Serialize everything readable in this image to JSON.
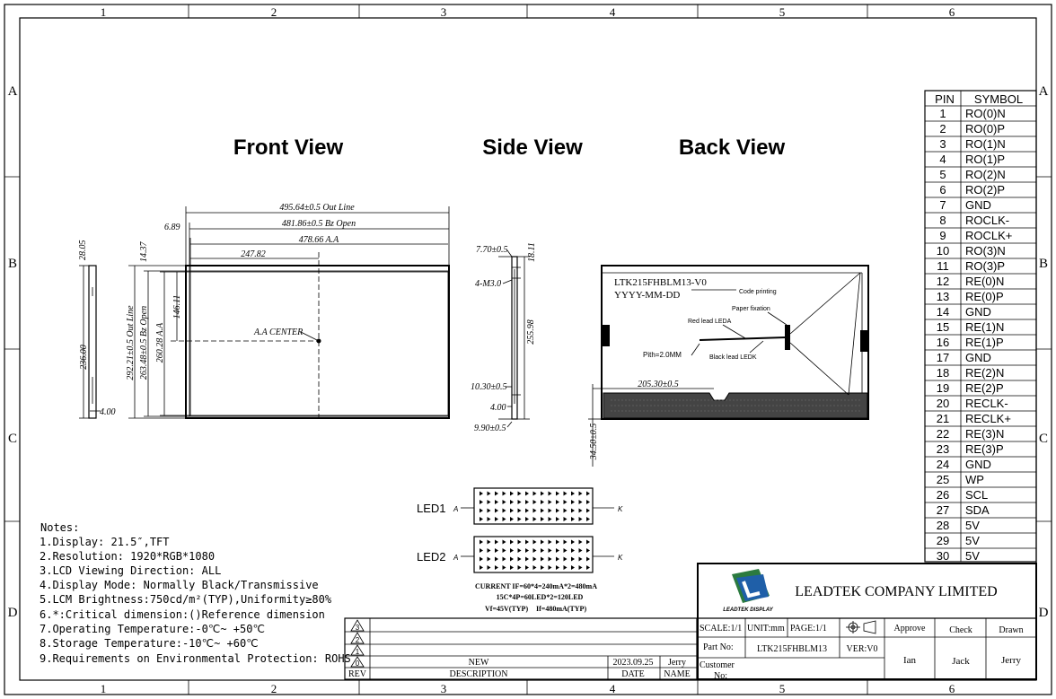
{
  "grid": {
    "cols": [
      "1",
      "2",
      "3",
      "4",
      "5",
      "6"
    ],
    "rows": [
      "A",
      "B",
      "C",
      "D"
    ]
  },
  "views": {
    "front": "Front View",
    "side": "Side View",
    "back": "Back View"
  },
  "front_dims": {
    "outline_w": "495.64±0.5 Out Line",
    "bz_open_w": "481.86±0.5 Bz Open",
    "aa_w": "478.66 A.A",
    "half_w": "247.82",
    "left_margin": "6.89",
    "top_margin": "14.37",
    "half_h": "146.11",
    "aa_center": "A.A CENTER",
    "outline_h": "292.21±0.5 Out Line",
    "bz_open_h": "263.48±0.5 Bz Open",
    "aa_h": "260.28 A.A",
    "edge_h": "236.00",
    "edge_top": "28.05",
    "edge_bottom": "4.00"
  },
  "side_dims": {
    "top": "7.70±0.5",
    "top_right": "18.11",
    "screw": "4-M3.0",
    "height": "255.98",
    "lower": "10.30±0.5",
    "thick": "4.00",
    "bottom": "9.90±0.5"
  },
  "back": {
    "model": "LTK215FHBLM13-V0",
    "date": "YYYY-MM-DD",
    "code_printing": "Code printing",
    "paper_fixation": "Paper fixation",
    "red_lead": "Red lead LEDA",
    "black_lead": "Black lead LEDK",
    "pitch": "Pith=2.0MM",
    "offset_x": "205.30±0.5",
    "offset_y": "34.50±0.5"
  },
  "led": {
    "led1": "LED1",
    "led2": "LED2",
    "anode": "A",
    "cathode": "K",
    "current": "CURRENT IF=60*4=240mA*2=480mA",
    "config": "15C*4P=60LED*2=120LED",
    "vf": "Vf=45V(TYP)",
    "if": "If=480mA(TYP)"
  },
  "notes": {
    "title": "Notes:",
    "items": [
      "1.Display: 21.5″,TFT",
      "2.Resolution: 1920*RGB*1080",
      "3.LCD Viewing Direction: ALL",
      "4.Display Mode: Normally Black/Transmissive",
      "5.LCM Brightness:750cd/m²(TYP),Uniformity≥80%",
      "6.*:Critical dimension:()Reference dimension",
      "7.Operating Temperature:-0℃~ +50℃",
      "8.Storage Temperature:-10℃~ +60℃",
      "9.Requirements on Environmental Protection: ROHS"
    ]
  },
  "pins": {
    "header_pin": "PIN",
    "header_symbol": "SYMBOL",
    "rows": [
      [
        "1",
        "RO(0)N"
      ],
      [
        "2",
        "RO(0)P"
      ],
      [
        "3",
        "RO(1)N"
      ],
      [
        "4",
        "RO(1)P"
      ],
      [
        "5",
        "RO(2)N"
      ],
      [
        "6",
        "RO(2)P"
      ],
      [
        "7",
        "GND"
      ],
      [
        "8",
        "ROCLK-"
      ],
      [
        "9",
        "ROCLK+"
      ],
      [
        "10",
        "RO(3)N"
      ],
      [
        "11",
        "RO(3)P"
      ],
      [
        "12",
        "RE(0)N"
      ],
      [
        "13",
        "RE(0)P"
      ],
      [
        "14",
        "GND"
      ],
      [
        "15",
        "RE(1)N"
      ],
      [
        "16",
        "RE(1)P"
      ],
      [
        "17",
        "GND"
      ],
      [
        "18",
        "RE(2)N"
      ],
      [
        "19",
        "RE(2)P"
      ],
      [
        "20",
        "RECLK-"
      ],
      [
        "21",
        "RECLK+"
      ],
      [
        "22",
        "RE(3)N"
      ],
      [
        "23",
        "RE(3)P"
      ],
      [
        "24",
        "GND"
      ],
      [
        "25",
        "WP"
      ],
      [
        "26",
        "SCL"
      ],
      [
        "27",
        "SDA"
      ],
      [
        "28",
        "5V"
      ],
      [
        "29",
        "5V"
      ],
      [
        "30",
        "5V"
      ]
    ]
  },
  "revision": {
    "rev_marks": [
      "3",
      "2",
      "1",
      "0"
    ],
    "desc_value": "NEW",
    "date_value": "2023.09.25",
    "name_value": "Jerry",
    "h_rev": "REV",
    "h_desc": "DESCRIPTION",
    "h_date": "DATE",
    "h_name": "NAME"
  },
  "title_block": {
    "company": "LEADTEK COMPANY LIMITED",
    "logo_text": "LEADTEK DISPLAY",
    "scale": "SCALE:1/1",
    "unit": "UNIT:mm",
    "page": "PAGE:1/1",
    "approve": "Approve",
    "check": "Check",
    "drawn": "Drawn",
    "part_label": "Part No:",
    "part_value": "LTK215FHBLM13",
    "ver": "VER:V0",
    "customer_label": "Customer",
    "customer_label2": "No:",
    "approve_name": "Ian",
    "check_name": "Jack",
    "drawn_name": "Jerry"
  }
}
